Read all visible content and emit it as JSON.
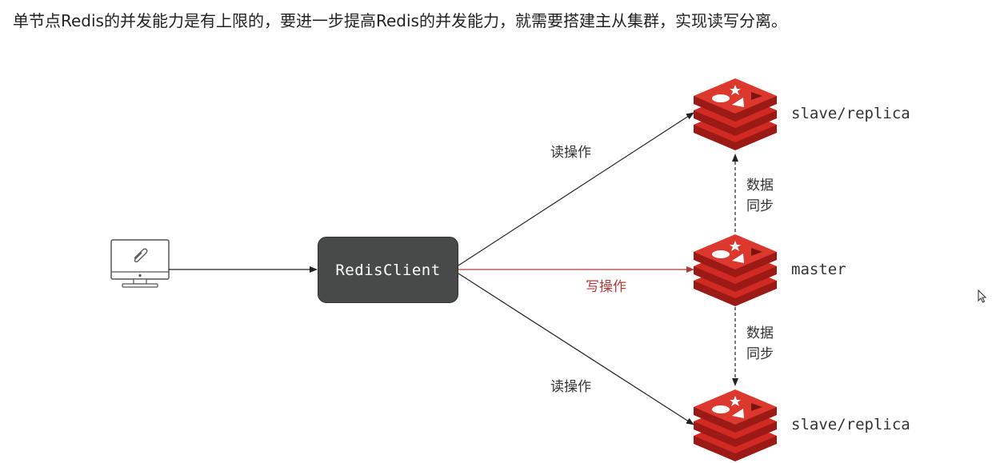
{
  "heading": {
    "text": "单节点Redis的并发能力是有上限的，要进一步提高Redis的并发能力，就需要搭建主从集群，实现读写分离。"
  },
  "diagram": {
    "client": {
      "label": "RedisClient"
    },
    "nodes": {
      "top": {
        "label": "slave/replica"
      },
      "middle": {
        "label": "master"
      },
      "bottom": {
        "label": "slave/replica"
      }
    },
    "edges": {
      "read_top": "读操作",
      "write": "写操作",
      "read_bottom": "读操作"
    },
    "sync_upper": {
      "line1": "数据",
      "line2": "同步"
    },
    "sync_lower": {
      "line1": "数据",
      "line2": "同步"
    }
  },
  "colors": {
    "redis_red": "#d12a22",
    "redis_dark": "#9b1a15",
    "write_arrow": "#b03a3a",
    "client_box": "#464b49"
  }
}
